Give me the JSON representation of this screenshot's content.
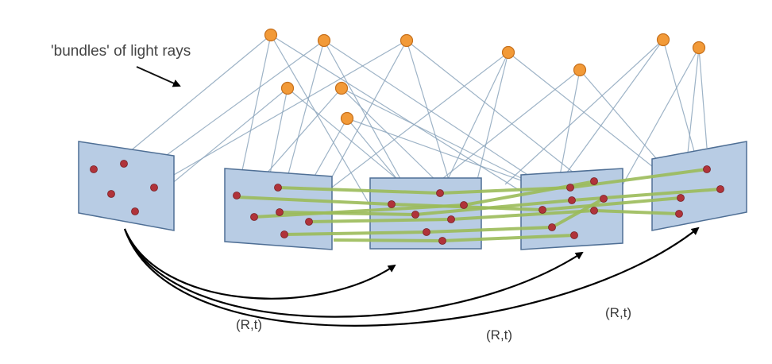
{
  "diagram": {
    "annotation": "'bundles' of light rays",
    "transform_labels": [
      "(R,t)",
      "(R,t)",
      "(R,t)"
    ],
    "colors": {
      "background": "#ffffff",
      "image_plane_fill": "#b8cce4",
      "image_plane_stroke": "#4f6f95",
      "scene_point": "#f29a38",
      "feature_point": "#b0333a",
      "light_ray": "#8da6bd",
      "feature_match": "#9bbb59",
      "camera_motion_arrow": "#000000"
    }
  }
}
